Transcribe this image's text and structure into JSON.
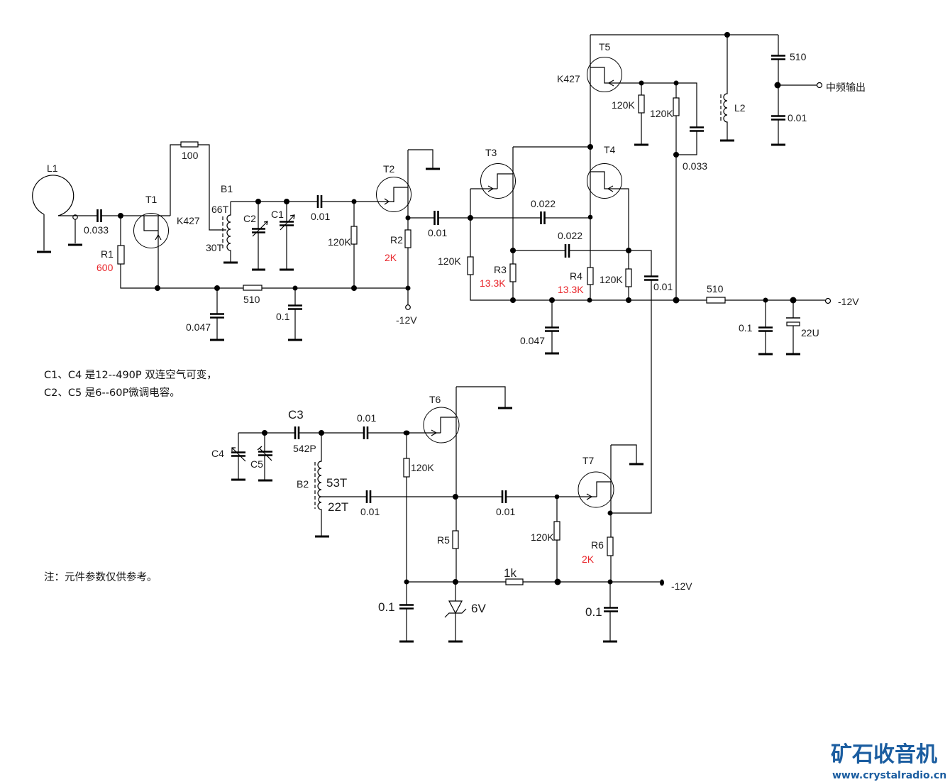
{
  "components": {
    "L1": {
      "ref": "L1"
    },
    "C_in": {
      "value": "0.033"
    },
    "T1": {
      "ref": "T1",
      "part": "K427"
    },
    "R_drain_t1": {
      "value": "100"
    },
    "R1": {
      "ref": "R1",
      "value": "600"
    },
    "B1": {
      "ref": "B1",
      "primary_turns": "66T",
      "tap_turns": "30T"
    },
    "C2": {
      "ref": "C2"
    },
    "C1": {
      "ref": "C1"
    },
    "C_t2_gate": {
      "value": "0.01"
    },
    "R_t2_gate": {
      "value": "120K"
    },
    "T2": {
      "ref": "T2"
    },
    "R2": {
      "ref": "R2",
      "value": "2K"
    },
    "C_t2_out": {
      "value": "0.01"
    },
    "R_decouple_a": {
      "value": "510"
    },
    "C_decouple_a": {
      "value": "0.1"
    },
    "C_bypass_a": {
      "value": "0.047"
    },
    "T3": {
      "ref": "T3"
    },
    "T4": {
      "ref": "T4"
    },
    "C_couple_a": {
      "value": "0.022"
    },
    "C_couple_b": {
      "value": "0.022"
    },
    "R_t3_gate": {
      "value": "120K"
    },
    "R3": {
      "ref": "R3",
      "value": "13.3K"
    },
    "R4": {
      "ref": "R4",
      "value": "13.3K"
    },
    "R_t4_gate": {
      "value": "120K"
    },
    "C_t4_gate": {
      "value": "0.01"
    },
    "C_bypass_b": {
      "value": "0.047"
    },
    "T5": {
      "ref": "T5",
      "part": "K427"
    },
    "R_t5_gate_a": {
      "value": "120K"
    },
    "R_t5_gate_b": {
      "value": "120K"
    },
    "C_t5_gate": {
      "value": "0.033"
    },
    "L2": {
      "ref": "L2"
    },
    "C_out_top": {
      "value": "510"
    },
    "C_out_bottom": {
      "value": "0.01"
    },
    "R_decouple_b": {
      "value": "510"
    },
    "C_decouple_b": {
      "value": "0.1"
    },
    "C_electrolytic": {
      "value": "22U"
    },
    "C3": {
      "ref": "C3",
      "value": "542P"
    },
    "C4": {
      "ref": "C4"
    },
    "C5": {
      "ref": "C5"
    },
    "C_t6_gate": {
      "value": "0.01"
    },
    "T6": {
      "ref": "T6"
    },
    "R_t6_gate": {
      "value": "120K"
    },
    "B2": {
      "ref": "B2",
      "upper_turns": "53T",
      "lower_turns": "22T"
    },
    "C_b2_tap": {
      "value": "0.01"
    },
    "R5": {
      "ref": "R5"
    },
    "C_t7_gate": {
      "value": "0.01"
    },
    "R_t7_gate": {
      "value": "120K"
    },
    "T7": {
      "ref": "T7"
    },
    "R6": {
      "ref": "R6",
      "value": "2K"
    },
    "R_osc_feed": {
      "value": "1k"
    },
    "C_osc_a": {
      "value": "0.1"
    },
    "D_zener": {
      "value": "6V"
    },
    "C_osc_b": {
      "value": "0.1"
    }
  },
  "terminals": {
    "supply_t2": "-12V",
    "supply_main": "-12V",
    "supply_osc": "-12V",
    "if_output": "中频输出"
  },
  "notes": [
    "C1、C4 是12--490P 双连空气可变，",
    "C2、C5 是6--60P微调电容。"
  ],
  "disclaimer": "注：元件参数仅供参考。",
  "logo": {
    "name": "矿石收音机",
    "url": "www.crystalradio.cn"
  },
  "colors": {
    "wire": "#000000",
    "label": "#1a1a1a",
    "highlight_value": "#e8262b",
    "logo": "#1b5da0"
  }
}
